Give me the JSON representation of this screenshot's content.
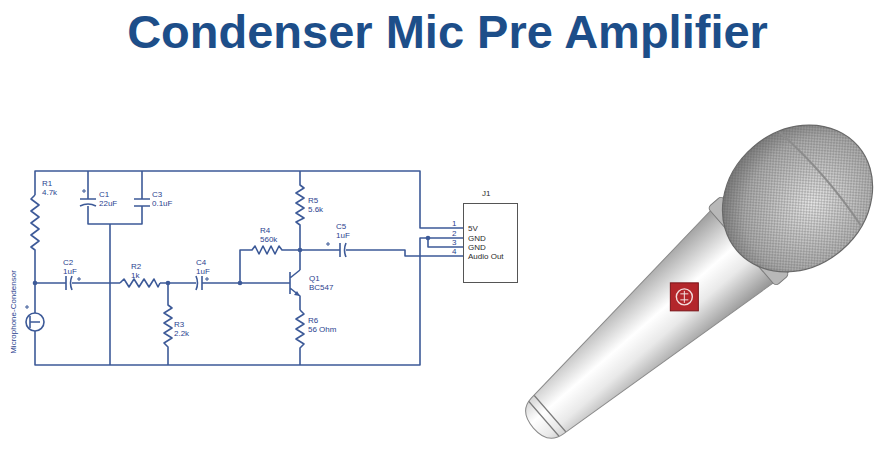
{
  "diagram": {
    "title": "Condenser Mic Pre Amplifier",
    "nodes": [
      {
        "text": [
          "J1",
          "5V",
          "GND",
          "GND",
          "Audio Out"
        ]
      }
    ],
    "labels": [
      "R1",
      "4.7k",
      "C1",
      "22uF",
      "C3",
      "0.1uF",
      "C2",
      "1uF",
      "R2",
      "1k",
      "C4",
      "1uF",
      "R4",
      "560k",
      "R5",
      "5.6k",
      "C5",
      "1uF",
      "Q1",
      "BC547",
      "R3",
      "2.2k",
      "R6",
      "56 Ohm",
      "Microphone-Condensor",
      "1",
      "2",
      "3",
      "4"
    ]
  }
}
